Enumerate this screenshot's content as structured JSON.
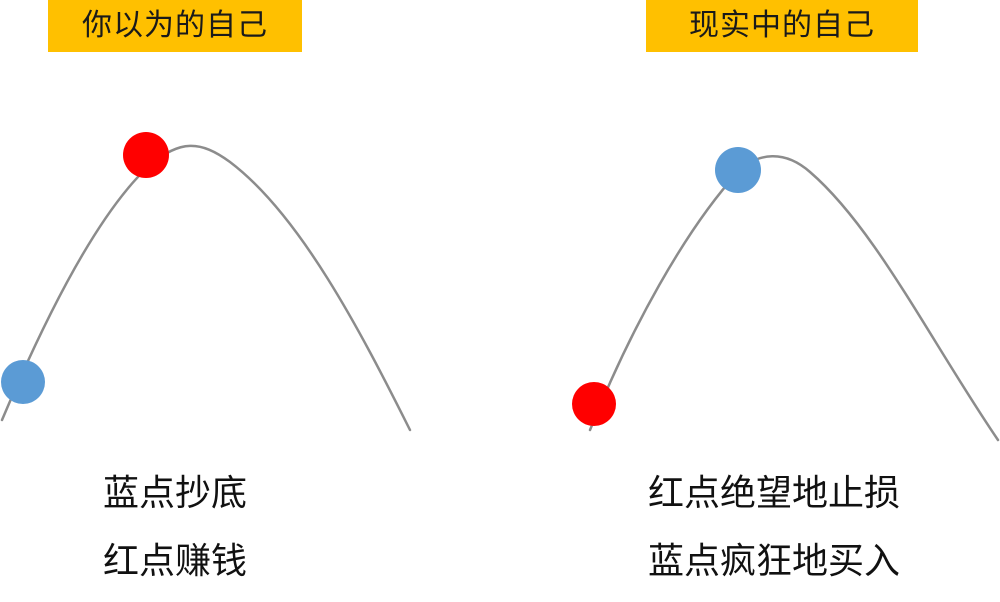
{
  "colors": {
    "title_bg": "#ffc000",
    "curve": "#8c8c8c",
    "red_dot": "#ff0000",
    "blue_dot": "#5b9bd5"
  },
  "panels": [
    {
      "title": "你以为的自己",
      "captions": [
        "蓝点抄底",
        "红点赚钱"
      ],
      "dots": [
        {
          "label": "blue",
          "color": "blue_dot"
        },
        {
          "label": "red",
          "color": "red_dot"
        }
      ]
    },
    {
      "title": "现实中的自己",
      "captions": [
        "红点绝望地止损",
        "蓝点疯狂地买入"
      ],
      "dots": [
        {
          "label": "red",
          "color": "red_dot"
        },
        {
          "label": "blue",
          "color": "blue_dot"
        }
      ]
    }
  ]
}
